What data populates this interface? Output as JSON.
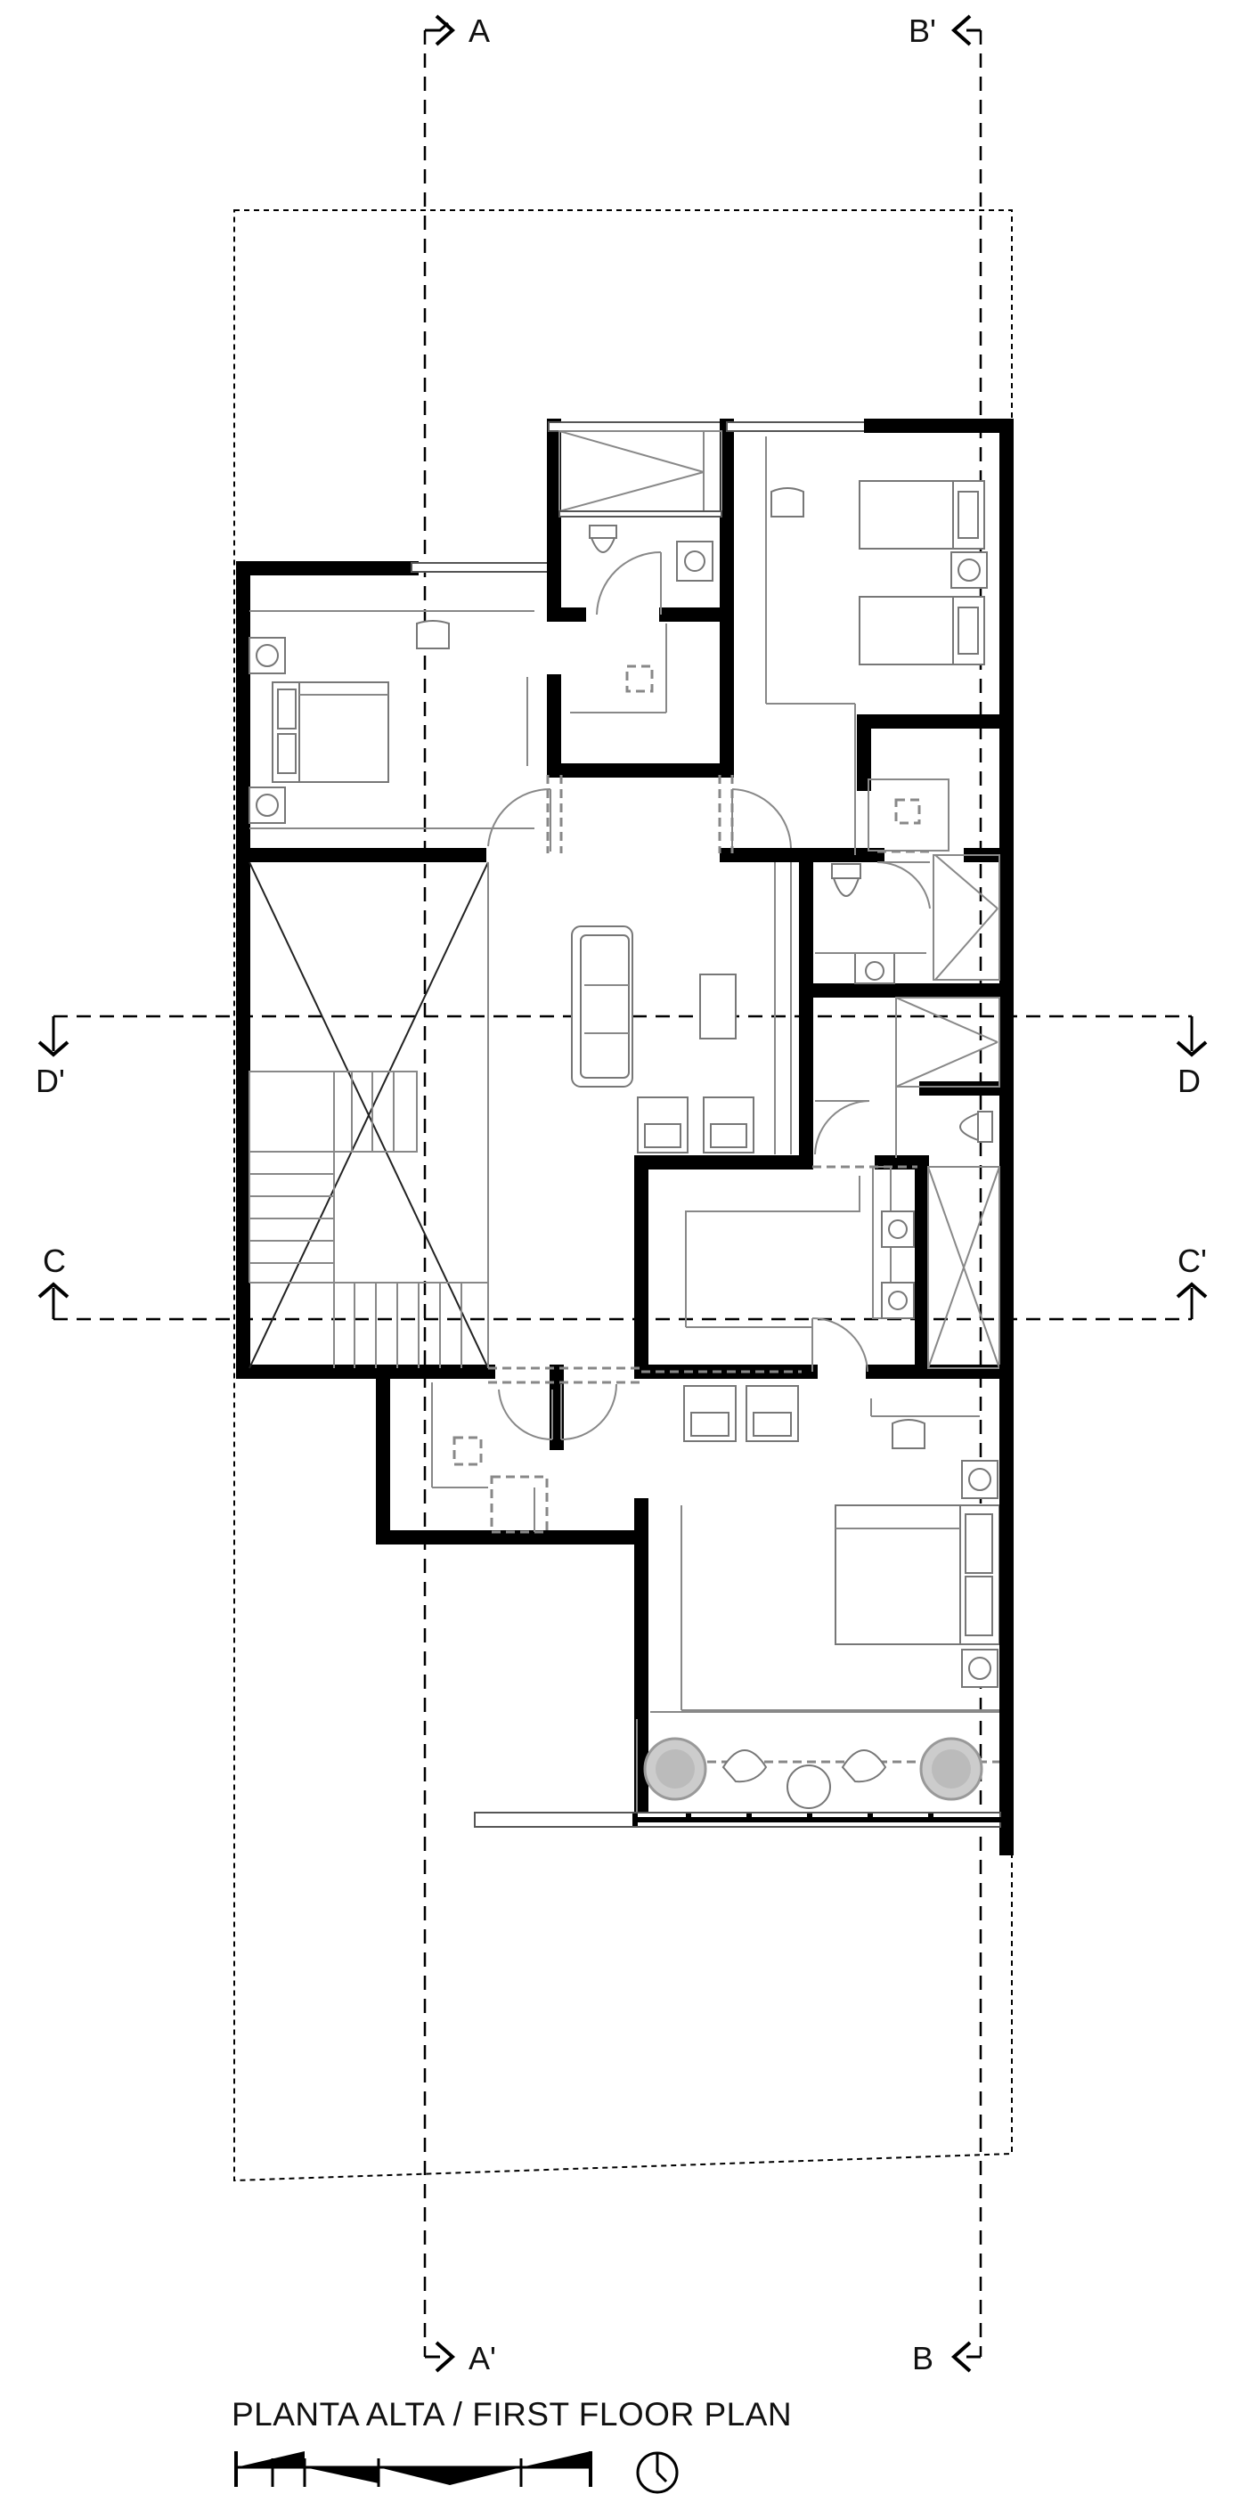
{
  "drawing": {
    "title": "PLANTA ALTA / FIRST FLOOR PLAN"
  },
  "sections": {
    "a": "A",
    "a_prime": "A'",
    "b": "B",
    "b_prime": "B'",
    "c": "C",
    "c_prime": "C'",
    "d": "D",
    "d_prime": "D'"
  },
  "icons": {
    "north_arrow": "north-arrow-icon",
    "scale_bar": "graphic-scale-icon",
    "plant": "plant-icon",
    "bed": "bed-icon",
    "toilet": "toilet-icon",
    "sink": "sink-icon",
    "sofa": "sofa-icon",
    "chair": "chair-icon"
  },
  "colors": {
    "walls": "#000000",
    "linework": "#888888",
    "background": "#ffffff"
  }
}
